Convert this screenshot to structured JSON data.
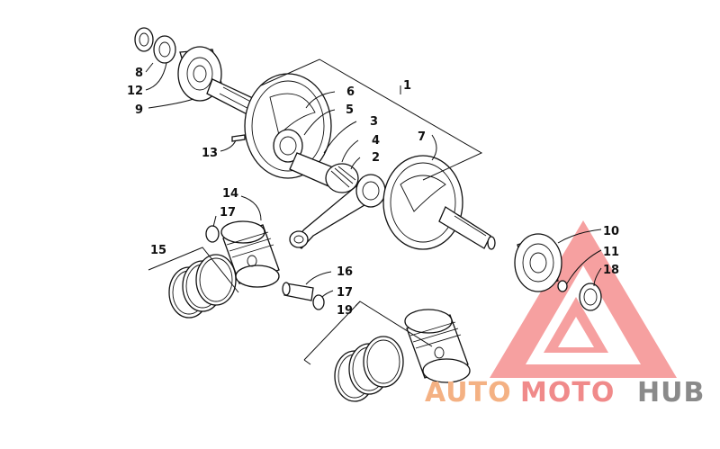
{
  "diagram": {
    "callouts": [
      {
        "id": "c1",
        "label": "1"
      },
      {
        "id": "c2",
        "label": "2"
      },
      {
        "id": "c3",
        "label": "3"
      },
      {
        "id": "c4",
        "label": "4"
      },
      {
        "id": "c5",
        "label": "5"
      },
      {
        "id": "c6",
        "label": "6"
      },
      {
        "id": "c7",
        "label": "7"
      },
      {
        "id": "c8",
        "label": "8"
      },
      {
        "id": "c9",
        "label": "9"
      },
      {
        "id": "c10",
        "label": "10"
      },
      {
        "id": "c11",
        "label": "11"
      },
      {
        "id": "c12",
        "label": "12"
      },
      {
        "id": "c13",
        "label": "13"
      },
      {
        "id": "c14",
        "label": "14"
      },
      {
        "id": "c15",
        "label": "15"
      },
      {
        "id": "c16",
        "label": "16"
      },
      {
        "id": "c17a",
        "label": "17"
      },
      {
        "id": "c17b",
        "label": "17"
      },
      {
        "id": "c18",
        "label": "18"
      },
      {
        "id": "c19",
        "label": "19"
      }
    ]
  },
  "watermark": {
    "part1": "AUTO",
    "part2": "MOTO",
    "part3": "HUB",
    "color_auto": "#f4b183",
    "color_moto": "#f08a8a",
    "color_hub": "#8a8a8a",
    "triangle_color": "#ef4444"
  }
}
